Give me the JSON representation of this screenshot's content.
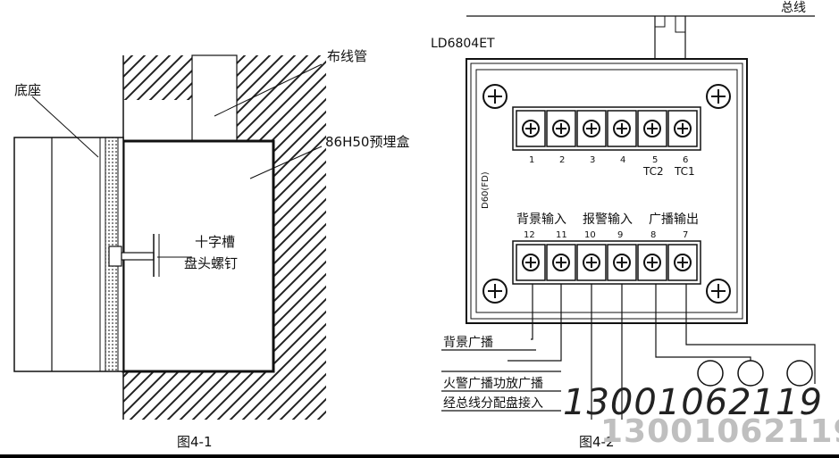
{
  "fig1": {
    "caption": "图4-1",
    "labels": {
      "base": "底座",
      "conduit": "布线管",
      "box": "86H50预埋盒",
      "screw_line1": "十字槽",
      "screw_line2": "盘头螺钉"
    }
  },
  "fig2": {
    "caption": "图4-2",
    "bus_label": "总线",
    "model": "LD6804ET",
    "side_label": "D60(FD)",
    "top_terminals": [
      "1",
      "2",
      "3",
      "4",
      "5",
      "6"
    ],
    "tc_labels": [
      "TC2",
      "TC1"
    ],
    "bottom_terminals": [
      "12",
      "11",
      "10",
      "9",
      "8",
      "7"
    ],
    "group_labels": [
      "背景输入",
      "报警输入",
      "广播输出"
    ],
    "notes": [
      "背景广播",
      "火警广播功放广播",
      "经总线分配盘接入"
    ]
  },
  "watermark": "13001062119"
}
